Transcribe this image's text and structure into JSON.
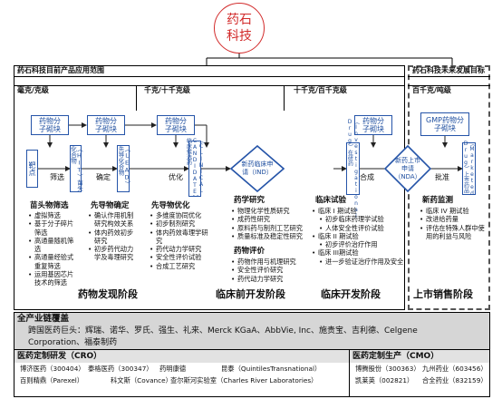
{
  "logo": {
    "line1": "药石",
    "line2": "科技"
  },
  "panels": {
    "current": "药石科技目前产品应用范围",
    "future": "药石科技未来发展目标"
  },
  "scales": {
    "mg": "毫克/克级",
    "g_kg": "千克/十千克级",
    "ten_kg_ton": "十千克/百千克级",
    "hundred_kg": "百千克/吨级"
  },
  "blocks": {
    "b1": "药物分子砌块",
    "b2": "药物分子砌块",
    "b3": "药物分子砌块",
    "b4": "药物分子砌块",
    "b5": "GMP药物分子砌块"
  },
  "flow": {
    "target": "靶点",
    "hit": "（HIT）苗头化合物",
    "lead": "（LEAD）先导化合物",
    "candidate": "（CLINICAL CANDIDATE）临床候选药",
    "ind": "新药临床申请（IND）",
    "investigational": "（Investigational Drug）在研药",
    "nda": "新药上市申请（NDA）",
    "marketed": "（Marketed Drug）上市药品",
    "arrow_screen": "筛选",
    "arrow_confirm": "确定",
    "arrow_optimize": "优化",
    "arrow_synth": "合成",
    "arrow_approve": "批准"
  },
  "sections": {
    "hit_title": "苗头物筛选",
    "hit_items": [
      "虚拟筛选",
      "基于分子碎片筛选",
      "高通量随机筛选",
      "高通量经验式重复筛选",
      "运用基因芯片技术的筛选"
    ],
    "lead_title": "先导物确定",
    "lead_items": [
      "确认作用机制研究构效关系",
      "体内药效初步研究",
      "初步药代动力学及毒理研究"
    ],
    "opt_title": "先导物优化",
    "opt_items": [
      "多维度协同优化",
      "初步制剂研究",
      "体内药效毒理学研究",
      "药代动力学研究",
      "安全性评价试验",
      "合成工艺研究"
    ],
    "pharma_title": "药学研究",
    "pharma_items": [
      "物理化学性质研究",
      "成药性研究",
      "原料药与制剂工艺研究",
      "质量标准及稳定性研究"
    ],
    "eval_title": "药物评价",
    "eval_items": [
      "药物作用与机理研究",
      "安全性评价研究",
      "药代动力学研究"
    ],
    "trial_title": "临床试验",
    "trial_items": [
      "临床 I 期试验",
      "初步临床药理学试验",
      "人体安全性评价试验",
      "临床 II 期试验",
      "初步评价治疗作用",
      "临床 III期试验",
      "进一步验证治疗作用及安全"
    ],
    "monitor_title": "新药监测",
    "monitor_items": [
      "临床 IV 期试验",
      "改进给药量",
      "评估在特殊人群中使用的利益与风险"
    ]
  },
  "stages": {
    "discovery": "药物发现阶段",
    "preclinical": "临床前开发阶段",
    "clinical": "临床开发阶段",
    "market": "上市销售阶段"
  },
  "industry": {
    "title": "全产业链覆盖",
    "line1": "跨国医药巨头：辉瑞、诺华、罗氏、强生、礼来、Merck KGaA、AbbVie, Inc、施贵宝、吉利德、Celgene",
    "line2": "Corporation、福泰制药"
  },
  "cro": {
    "title": "医药定制研发（CRO）",
    "row1": [
      "博济医药（300404）",
      "泰格医药（300347）",
      "药明康德",
      "昆泰（QuintilesTransnational）"
    ],
    "row2": [
      "百则精鼎（Parexel）",
      "科文斯（Covance）",
      "查尔斯河实验室（Charles River Laboratories）"
    ]
  },
  "cmo": {
    "title": "医药定制生产（CMO）",
    "row1": [
      "博腾股份（300363）",
      "九州药业（603456）"
    ],
    "row2": [
      "凯莱英（002821）",
      "合全药业（832159）"
    ]
  },
  "colors": {
    "blue": "#2554a8",
    "red": "#d22b2b",
    "grey": "#d0d0d0"
  }
}
